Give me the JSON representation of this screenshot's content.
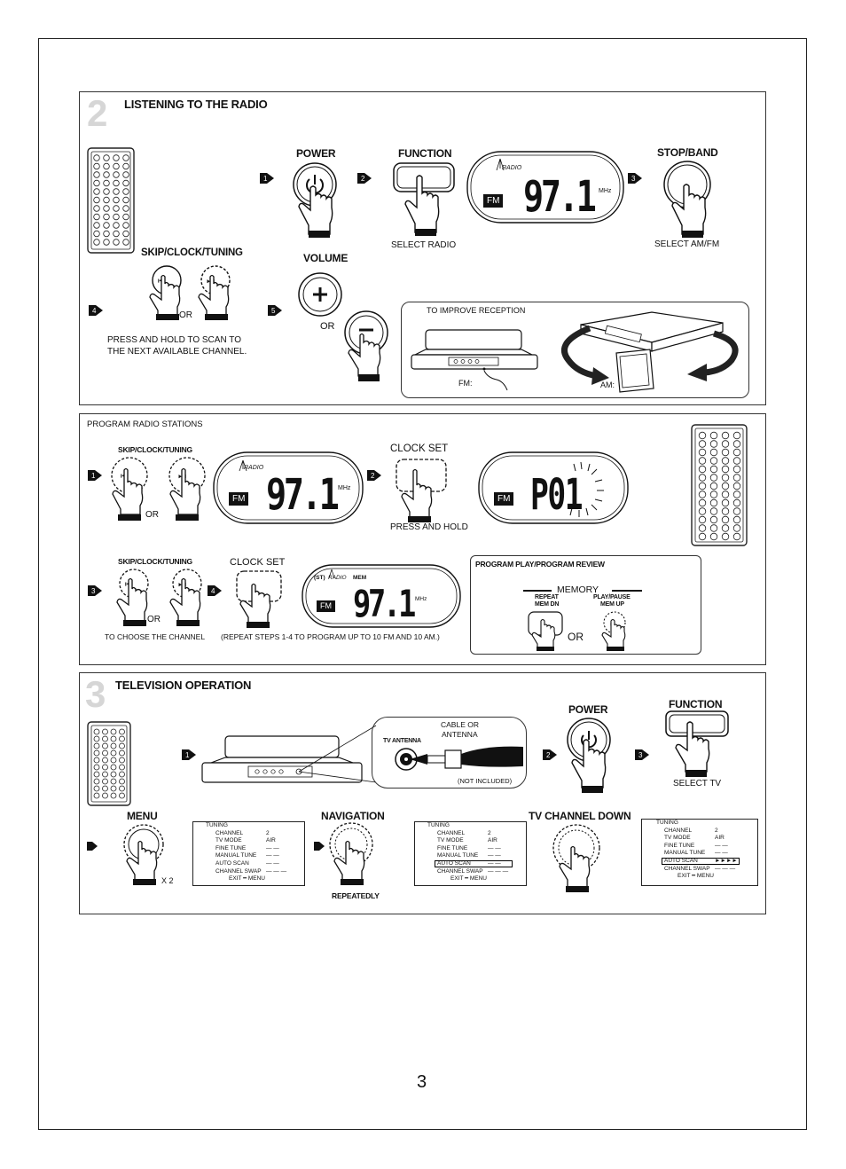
{
  "section_radio": {
    "number": "2",
    "title": "LISTENING TO THE RADIO",
    "power": "POWER",
    "function": "FUNCTION",
    "select_radio": "SELECT RADIO",
    "stop_band": "STOP/BAND",
    "select_am_fm": "SELECT AM/FM",
    "skip_clock_tuning": "SKIP/CLOCK/TUNING",
    "or1": "OR",
    "press_hold_1": "PRESS AND HOLD TO SCAN TO",
    "press_hold_2": "THE NEXT AVAILABLE CHANNEL.",
    "volume": "VOLUME",
    "or2": "OR",
    "improve": "TO IMPROVE RECEPTION",
    "fm_label": "FM:",
    "am_label": "AM:",
    "lcd": {
      "band": "FM",
      "freq": "97.1",
      "unit": "MHz",
      "radio": "RADIO"
    }
  },
  "section_program": {
    "title": "PROGRAM RADIO STATIONS",
    "skip1": "SKIP/CLOCK/TUNING",
    "or1": "OR",
    "clock_set1": "CLOCK SET",
    "press_and_hold": "PRESS AND HOLD",
    "skip2": "SKIP/CLOCK/TUNING",
    "or2": "OR",
    "choose": "TO CHOOSE THE CHANNEL",
    "clock_set2": "CLOCK SET",
    "repeat": "(REPEAT STEPS 1-4 TO PROGRAM UP TO 10 FM AND 10 AM.)",
    "review_title": "PROGRAM PLAY/PROGRAM REVIEW",
    "memory": "MEMORY",
    "repeat_btn": "REPEAT",
    "mem_dn": "MEM DN",
    "play_pause": "PLAY/PAUSE",
    "mem_up": "MEM UP",
    "or3": "OR",
    "lcd1": {
      "band": "FM",
      "freq": "97.1",
      "unit": "MHz",
      "radio": "RADIO"
    },
    "lcd2": {
      "band": "FM",
      "preset": "P01"
    },
    "lcd3": {
      "band": "FM",
      "freq": "97.1",
      "unit": "MHz",
      "st": "(ST)",
      "radio": "RADIO",
      "mem": "MEM"
    }
  },
  "section_tv": {
    "number": "3",
    "title": "TELEVISION OPERATION",
    "cable_1": "CABLE OR",
    "cable_2": "ANTENNA",
    "tv_antenna": "TV ANTENNA",
    "not_included": "(NOT INCLUDED)",
    "power": "POWER",
    "function": "FUNCTION",
    "select_tv": "SELECT TV",
    "menu": "MENU",
    "x2": "X 2",
    "navigation": "NAVIGATION",
    "repeatedly": "REPEATEDLY",
    "tv_channel_down": "TV CHANNEL DOWN"
  },
  "tuning_menus": [
    {
      "title": "TUNING",
      "rows": [
        {
          "k": "CHANNEL",
          "v": "2"
        },
        {
          "k": "TV MODE",
          "v": "AIR"
        },
        {
          "k": "FINE TUNE",
          "v": "— —"
        },
        {
          "k": "MANUAL TUNE",
          "v": "— —"
        },
        {
          "k": "AUTO SCAN",
          "v": "— —"
        },
        {
          "k": "CHANNEL SWAP",
          "v": "— — —"
        }
      ],
      "exit": "EXIT ━ MENU"
    },
    {
      "title": "TUNING",
      "rows": [
        {
          "k": "CHANNEL",
          "v": "2"
        },
        {
          "k": "TV MODE",
          "v": "AIR"
        },
        {
          "k": "FINE TUNE",
          "v": "— —"
        },
        {
          "k": "MANUAL TUNE",
          "v": "— —"
        },
        {
          "k": "AUTO SCAN",
          "v": "— —"
        },
        {
          "k": "CHANNEL SWAP",
          "v": "— — —"
        }
      ],
      "exit": "EXIT ━ MENU"
    },
    {
      "title": "TUNING",
      "rows": [
        {
          "k": "CHANNEL",
          "v": "2"
        },
        {
          "k": "TV MODE",
          "v": "AIR"
        },
        {
          "k": "FINE TUNE",
          "v": "— —"
        },
        {
          "k": "MANUAL TUNE",
          "v": "— —"
        },
        {
          "k": "AUTO SCAN",
          "v": "►►►►"
        },
        {
          "k": "CHANNEL SWAP",
          "v": "— — —"
        }
      ],
      "exit": "EXIT ━ MENU"
    }
  ],
  "page_number": "3"
}
